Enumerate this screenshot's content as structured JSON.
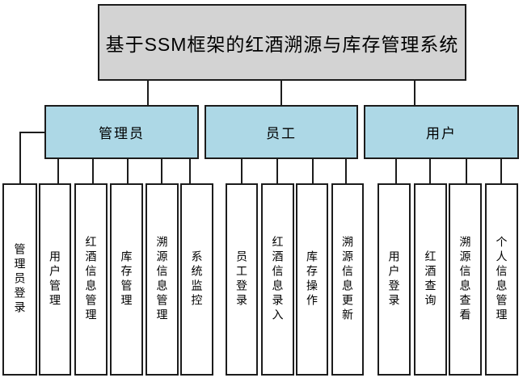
{
  "diagram": {
    "title": "基于SSM框架的红酒溯源与库存管理系统",
    "groups": [
      {
        "label": "管理员",
        "children": [
          "管理员登录",
          "用户管理",
          "红酒信息管理",
          "库存管理",
          "溯源信息管理",
          "系统监控"
        ]
      },
      {
        "label": "员工",
        "children": [
          "员工登录",
          "红酒信息录入",
          "库存操作",
          "溯源信息更新"
        ]
      },
      {
        "label": "用户",
        "children": [
          "用户登录",
          "红酒查询",
          "溯源信息查看",
          "个人信息管理"
        ]
      }
    ],
    "colors": {
      "title_bg": "#d3d3d3",
      "group_bg": "#add8e6",
      "leaf_bg": "#ffffff",
      "border": "#1c1c1c"
    }
  }
}
